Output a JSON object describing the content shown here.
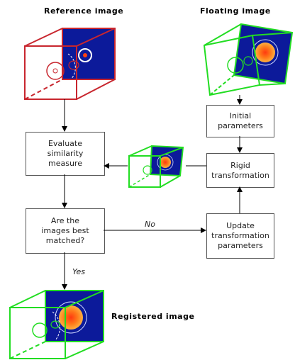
{
  "titles": {
    "reference": "Reference image",
    "floating": "Floating image",
    "registered": "Registered image"
  },
  "boxes": {
    "evaluate": "Evaluate\nsimilarity\nmeasure",
    "initial": "Initial\nparameters",
    "rigid": "Rigid\ntransformation",
    "matched": "Are the\nimages best\nmatched?",
    "update": "Update\ntransformation\nparameters"
  },
  "edge_labels": {
    "no": "No",
    "yes": "Yes"
  },
  "colors": {
    "reference_cube": "#c8262e",
    "green_cube": "#22dd22",
    "image_blue": "#0c1a9a",
    "lesion": "#ff8a1e",
    "arrow": "#000000"
  }
}
